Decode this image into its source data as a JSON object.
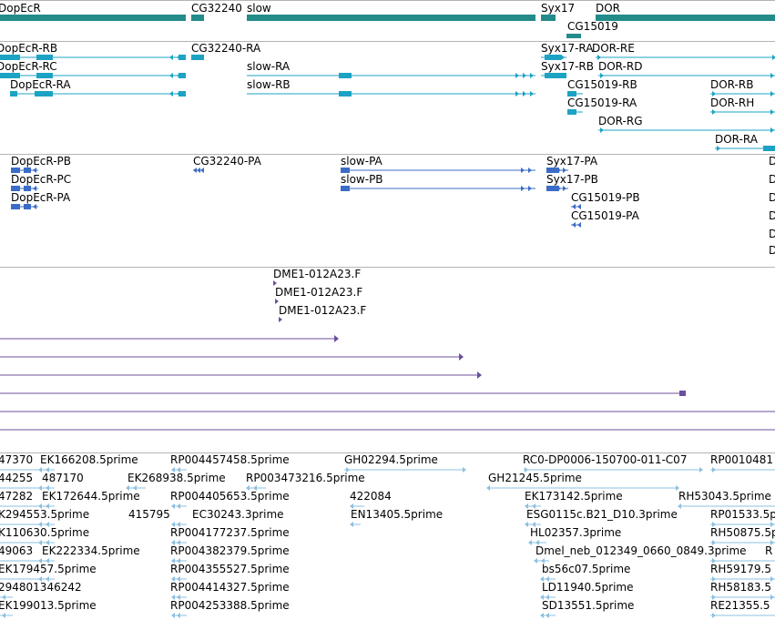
{
  "colors": {
    "gene": "#248b8b",
    "mrna": "#1ca3c4",
    "protein": "#3b6cc7",
    "clone": "#6d4f9e",
    "est": "#8cc0e0",
    "divider": "#b4b4b4"
  },
  "tracks": {
    "genes": {
      "labels": [
        "DopEcR",
        "CG32240",
        "slow",
        "Syx17",
        "DOR",
        "CG15019"
      ]
    },
    "transcripts": {
      "labels": [
        "DopEcR-RB",
        "CG32240-RA",
        "Syx17-RA",
        "DOR-RE",
        "DopEcR-RC",
        "slow-RA",
        "Syx17-RB",
        "DOR-RD",
        "DopEcR-RA",
        "slow-RB",
        "CG15019-RB",
        "DOR-RB",
        "CG15019-RA",
        "DOR-RH",
        "DOR-RG",
        "DOR-RA"
      ]
    },
    "proteins": {
      "labels": [
        "DopEcR-PB",
        "CG32240-PA",
        "slow-PA",
        "Syx17-PA",
        "DopEcR-PC",
        "slow-PB",
        "Syx17-PB",
        "DopEcR-PA",
        "CG15019-PB",
        "CG15019-PA"
      ],
      "edge_letters": [
        "D",
        "D",
        "D",
        "D",
        "D",
        "D"
      ]
    },
    "clones": {
      "labels": [
        "DME1-012A23.F",
        "DME1-012A23.F",
        "DME1-012A23.F"
      ]
    },
    "ests": {
      "labels": [
        "47370",
        "EK166208.5prime",
        "RP004457458.5prime",
        "GH02294.5prime",
        "RC0-DP0006-150700-011-C07",
        "RP0010481",
        "44255",
        "487170",
        "EK268938.5prime",
        "RP003473216.5prime",
        "GH21245.5prime",
        "47282",
        "EK172644.5prime",
        "RP004405653.5prime",
        "422084",
        "EK173142.5prime",
        "RH53043.5prime",
        "K294553.5prime",
        "415795",
        "EC30243.3prime",
        "EN13405.5prime",
        "ESG0115c.B21_D10.3prime",
        "RP01533.5p",
        "K110630.5prime",
        "RP004177237.5prime",
        "HL02357.3prime",
        "RH50875.5p",
        "49063",
        "EK222334.5prime",
        "RP004382379.5prime",
        "Dmel_neb_012349_0660_0849.3prime",
        "R",
        "EK179457.5prime",
        "RP004355527.5prime",
        "bs56c07.5prime",
        "RH59179.5",
        "294801346242",
        "RP004414327.5prime",
        "LD11940.5prime",
        "RH58183.5",
        "EK199013.5prime",
        "RP004253388.5prime",
        "SD13551.5prime",
        "RE21355.5"
      ]
    }
  }
}
